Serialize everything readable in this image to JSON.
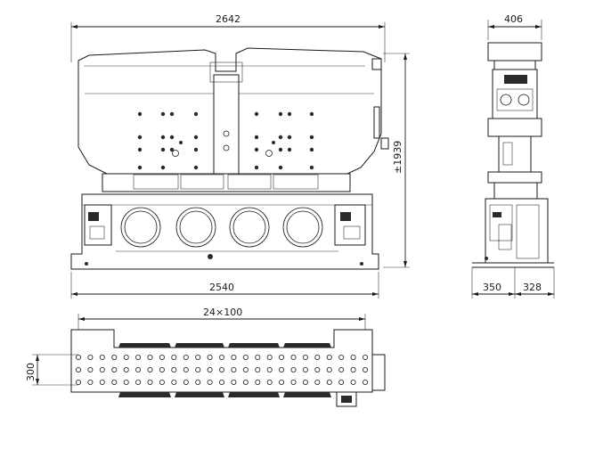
{
  "dimensions": {
    "front_width_top": "2642",
    "front_height": "±1939",
    "front_width_bottom": "2540",
    "side_width_top": "406",
    "side_left": "350",
    "side_right": "328",
    "plan_pitch": "24×100",
    "plan_depth": "300"
  },
  "colors": {
    "line": "#1a1a1a",
    "background": "#ffffff"
  }
}
